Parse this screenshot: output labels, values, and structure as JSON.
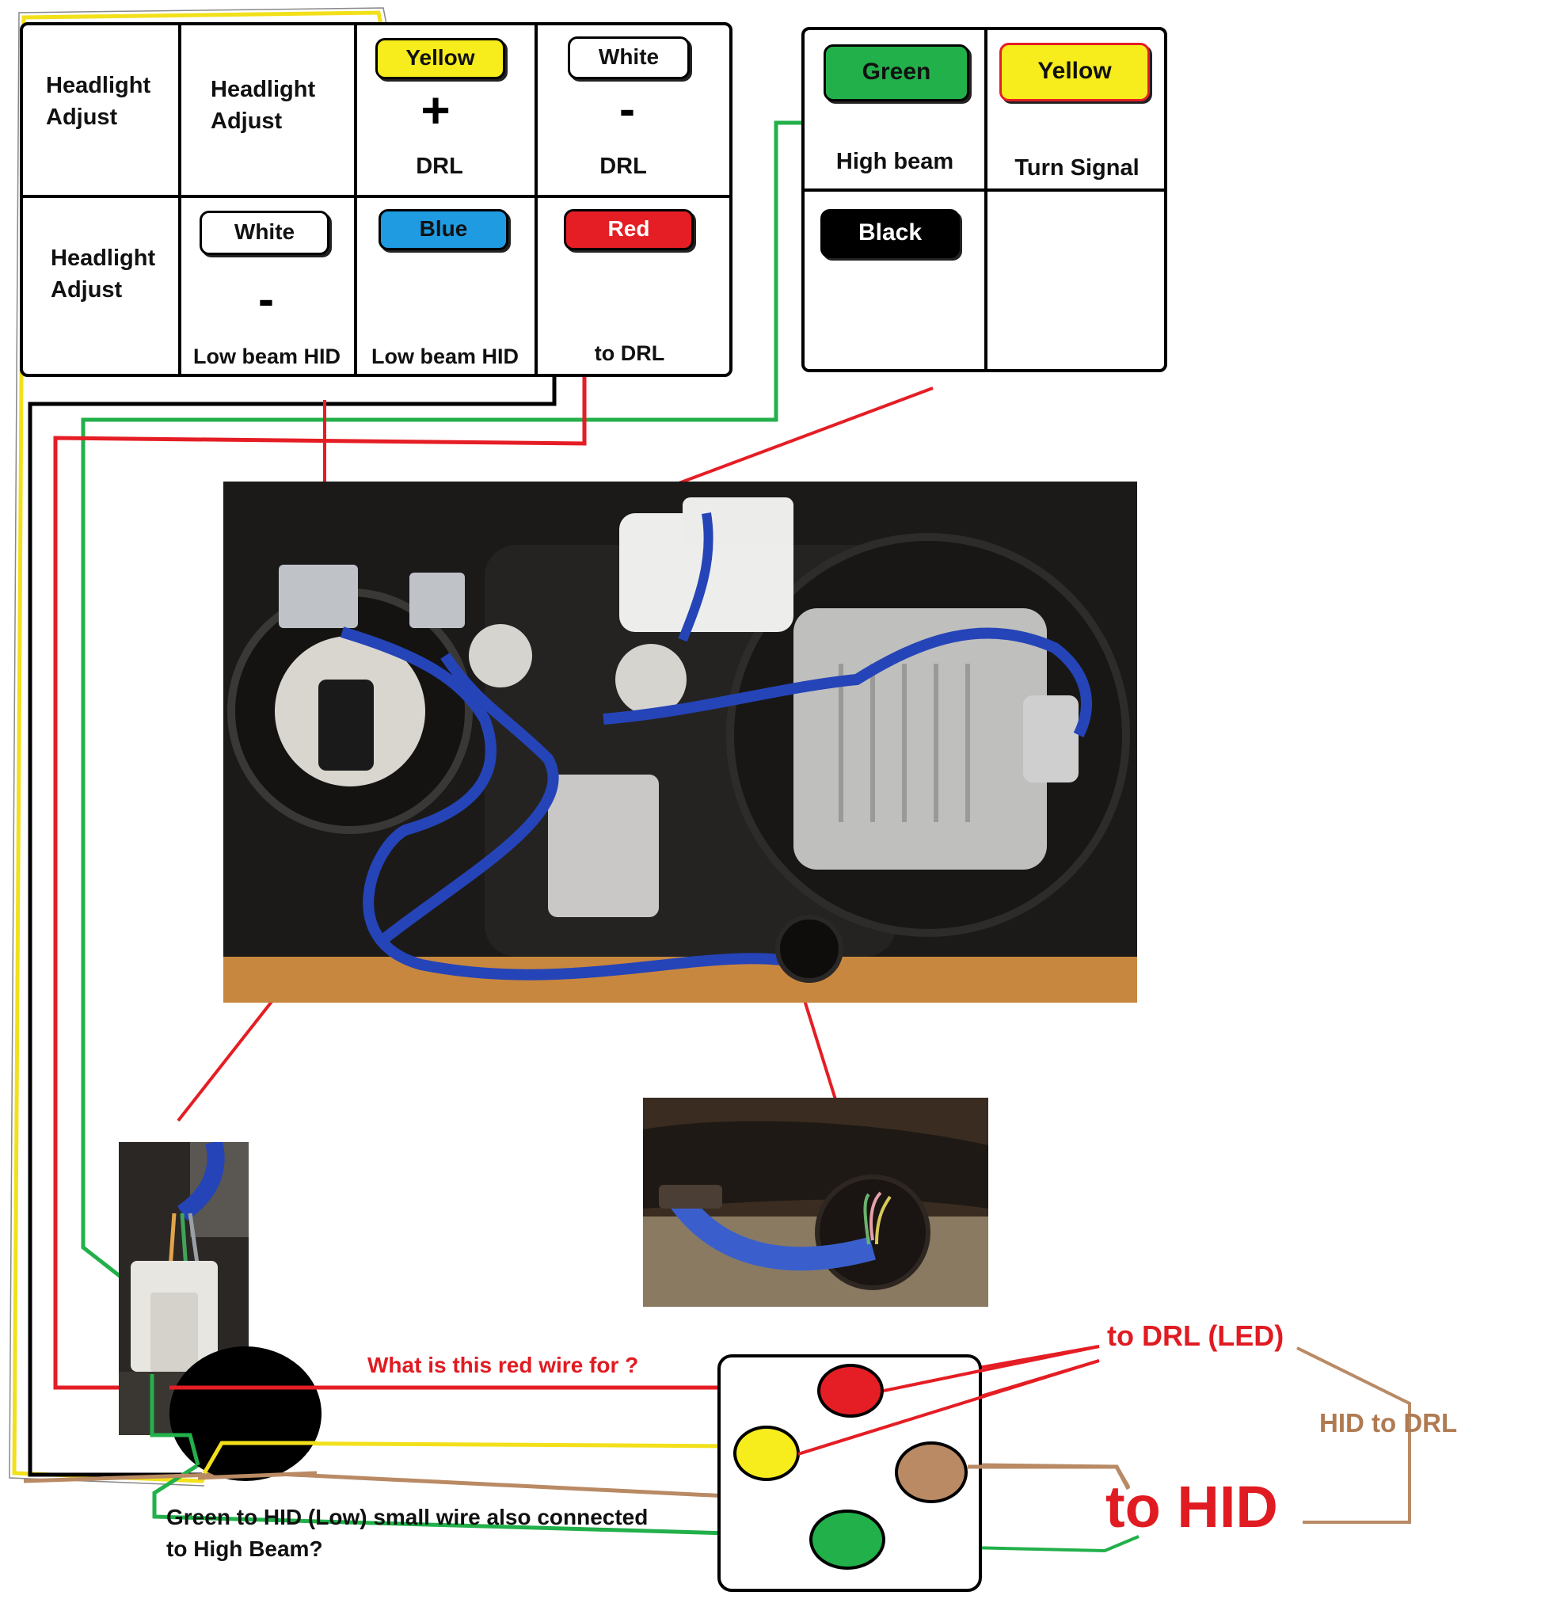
{
  "left_table": {
    "headlight_adjust_1": "Headlight Adjust",
    "headlight_adjust_2": "Headlight Adjust",
    "headlight_adjust_3": "Headlight Adjust",
    "yellow_pill": "Yellow",
    "plus_sign": "+",
    "drl_1": "DRL",
    "white_pill_top": "White",
    "minus_sign_1": "-",
    "drl_2": "DRL",
    "white_pill_bottom": "White",
    "minus_sign_2": "-",
    "low_beam_hid_1": "Low beam HID",
    "blue_pill": "Blue",
    "low_beam_hid_2": "Low beam HID",
    "red_pill": "Red",
    "to_drl": "to DRL"
  },
  "right_table": {
    "green_pill": "Green",
    "high_beam": "High beam",
    "yellow_pill": "Yellow",
    "turn_signal": "Turn Signal",
    "black_pill": "Black"
  },
  "annotations": {
    "red_wire_question": "What is this red wire for ?",
    "to_drl_led": "to DRL (LED)",
    "hid_to_drl": "HID to DRL",
    "to_hid": "to HID",
    "green_note_line1": "Green to HID (Low) small wire also connected",
    "green_note_line2": "to High Beam?"
  },
  "colors": {
    "yellow": "#f7ec1c",
    "blue": "#1f9be2",
    "red": "#e51d24",
    "green": "#22b04a",
    "black": "#000000",
    "brown": "#b98a64"
  }
}
